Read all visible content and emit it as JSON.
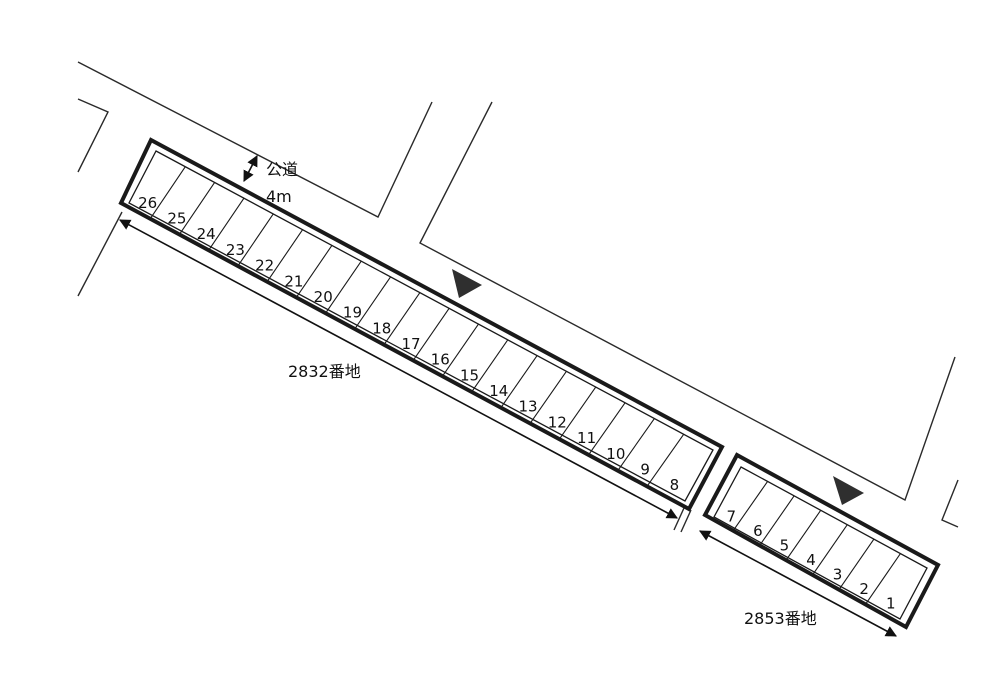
{
  "map": {
    "road_label": "公道",
    "road_width": "4m",
    "lots": [
      {
        "address": "2832番地",
        "stalls": [
          "26",
          "25",
          "24",
          "23",
          "22",
          "21",
          "20",
          "19",
          "18",
          "17",
          "16",
          "15",
          "14",
          "13",
          "12",
          "11",
          "10",
          "9",
          "8"
        ]
      },
      {
        "address": "2853番地",
        "stalls": [
          "7",
          "6",
          "5",
          "4",
          "3",
          "2",
          "1"
        ]
      }
    ],
    "entrances": 2
  }
}
